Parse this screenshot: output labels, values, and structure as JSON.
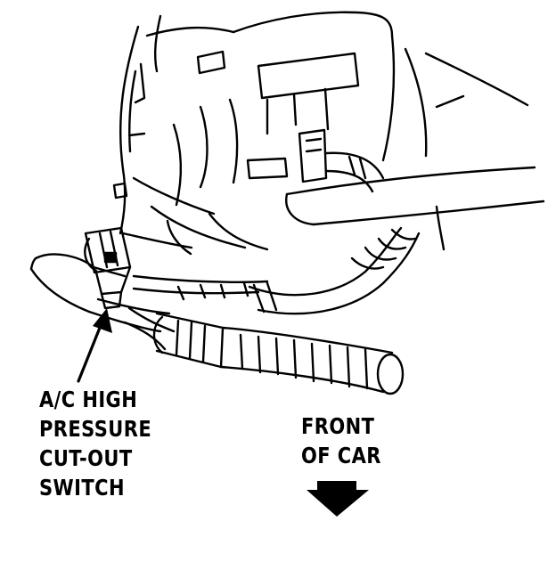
{
  "labels": {
    "switch_line1": "A/C HIGH",
    "switch_line2": "PRESSURE",
    "switch_line3": "CUT-OUT",
    "switch_line4": "SWITCH",
    "front_line1": "FRONT",
    "front_line2": "OF CAR"
  },
  "colors": {
    "ink": "#000000",
    "paper": "#ffffff"
  }
}
